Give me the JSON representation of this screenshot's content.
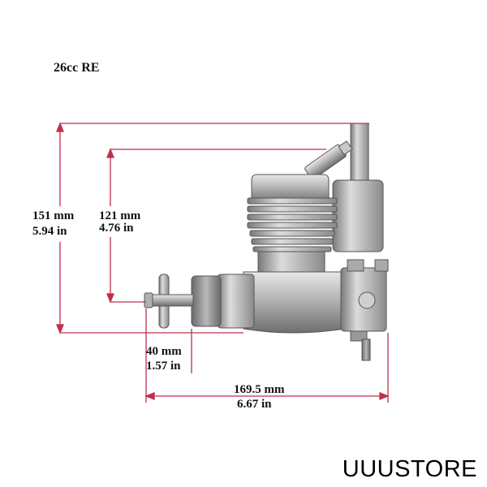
{
  "title": "26cc RE",
  "dimensions": {
    "height_total": {
      "mm": "151 mm",
      "in": "5.94 in"
    },
    "height_cylinder": {
      "mm": "121 mm",
      "in": "4.76 in"
    },
    "prop_shaft": {
      "mm": "40 mm",
      "in": "1.57 in"
    },
    "length_total": {
      "mm": "169.5 mm",
      "in": "6.67 in"
    }
  },
  "store_name": "UUUSTORE",
  "colors": {
    "dimension_line": "#c0304a",
    "engine_metal": "#9a9a9a",
    "text": "#111111"
  }
}
